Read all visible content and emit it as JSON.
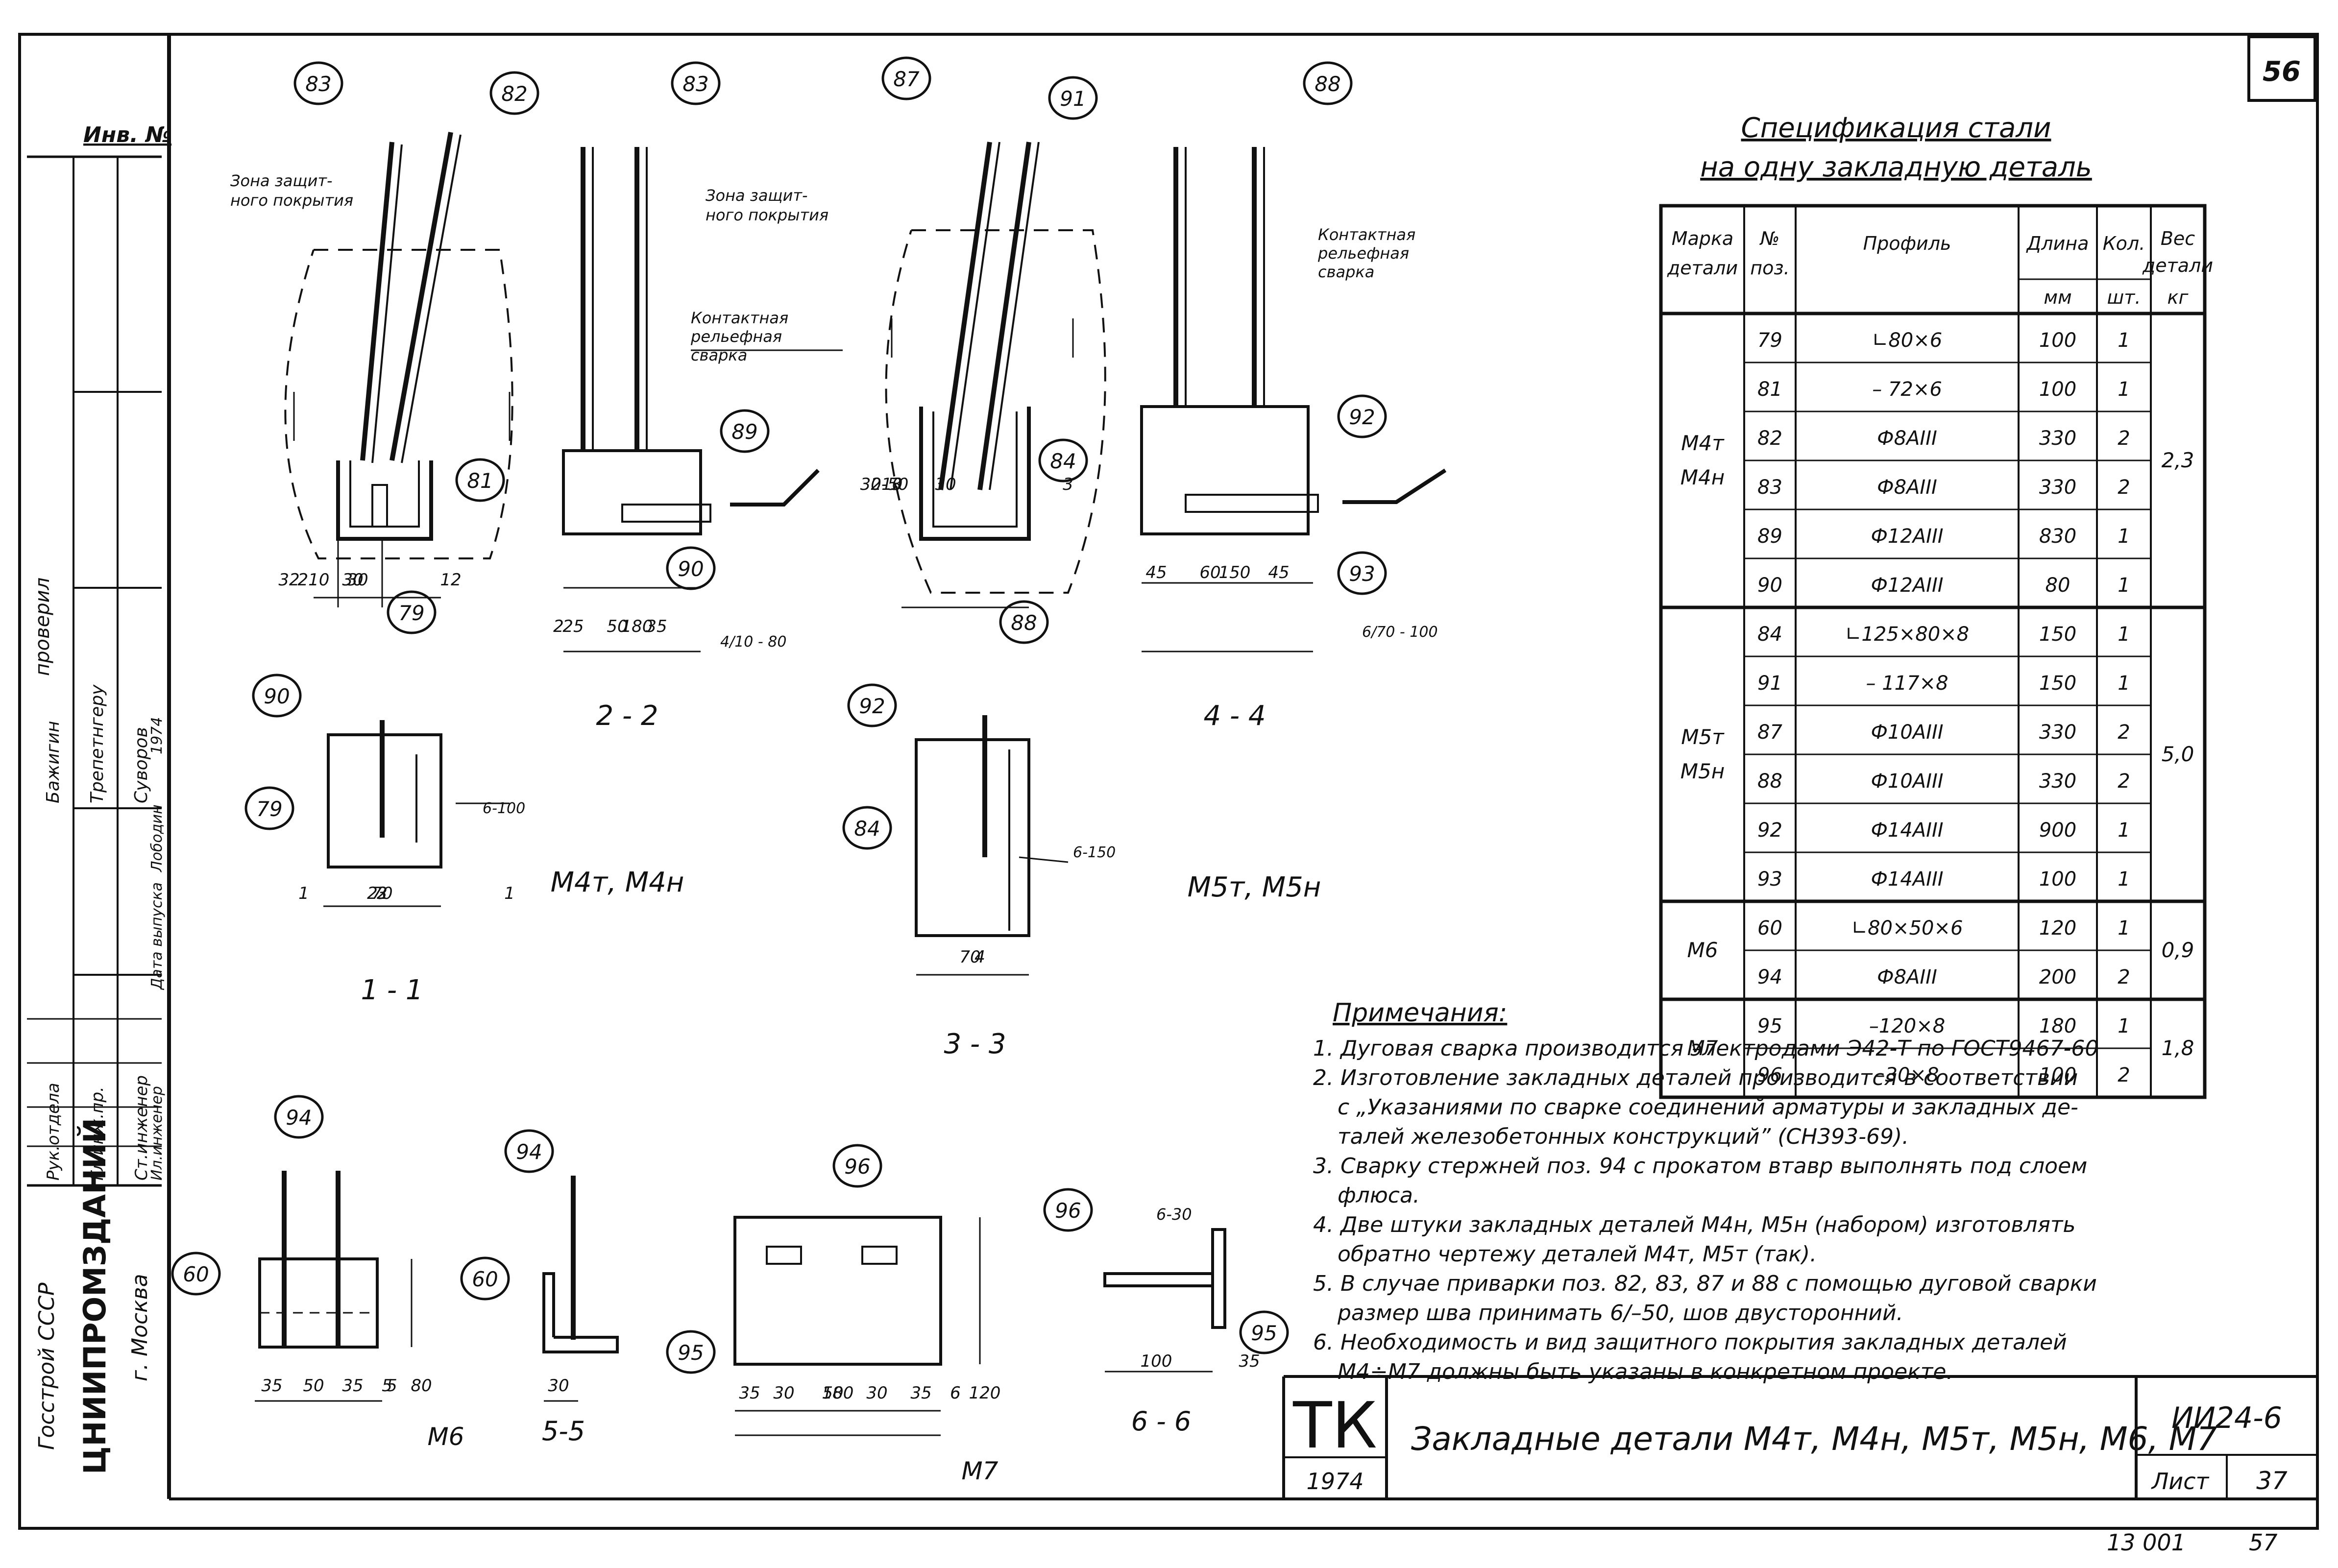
{
  "sheet_number": "56",
  "left_strip": {
    "inv_label": "Инв. №",
    "rows": [
      {
        "role": "Рук.отдела",
        "name": "Бажигин"
      },
      {
        "role": "Гл.инж.пр.",
        "name": "Трепетнгеру"
      },
      {
        "role": "Ст.инженер",
        "name": "Суворов"
      },
      {
        "role": "Ил.инженер",
        "name": "Лободин"
      },
      {
        "role": "Дата выпуска",
        "name": "1974"
      }
    ],
    "checked": "проверил",
    "org1": "Госстрой СССР",
    "org2": "ЦНИИПРОМЗДАНИЙ",
    "city": "г. Москва"
  },
  "spec": {
    "title1": "Спецификация стали",
    "title2": "на одну закладную деталь",
    "headers": {
      "mark": [
        "Марка",
        "детали"
      ],
      "pos": [
        "№",
        "поз."
      ],
      "profile": "Профиль",
      "length": [
        "Длина",
        "мм"
      ],
      "qty": [
        "Кол.",
        "шт."
      ],
      "weight": [
        "Вес",
        "детали",
        "кг"
      ]
    },
    "groups": [
      {
        "marks": [
          "М4т",
          "М4н"
        ],
        "weight": "2,3",
        "rows": [
          {
            "pos": "79",
            "profile": "∟80×6",
            "len": "100",
            "qty": "1"
          },
          {
            "pos": "81",
            "profile": "– 72×6",
            "len": "100",
            "qty": "1"
          },
          {
            "pos": "82",
            "profile": "Ф8АIII",
            "len": "330",
            "qty": "2"
          },
          {
            "pos": "83",
            "profile": "Ф8АIII",
            "len": "330",
            "qty": "2"
          },
          {
            "pos": "89",
            "profile": "Ф12АIII",
            "len": "830",
            "qty": "1"
          },
          {
            "pos": "90",
            "profile": "Ф12АIII",
            "len": "80",
            "qty": "1"
          }
        ]
      },
      {
        "marks": [
          "М5т",
          "М5н"
        ],
        "weight": "5,0",
        "rows": [
          {
            "pos": "84",
            "profile": "∟125×80×8",
            "len": "150",
            "qty": "1"
          },
          {
            "pos": "91",
            "profile": "– 117×8",
            "len": "150",
            "qty": "1"
          },
          {
            "pos": "87",
            "profile": "Ф10АIII",
            "len": "330",
            "qty": "2"
          },
          {
            "pos": "88",
            "profile": "Ф10АIII",
            "len": "330",
            "qty": "2"
          },
          {
            "pos": "92",
            "profile": "Ф14АIII",
            "len": "900",
            "qty": "1"
          },
          {
            "pos": "93",
            "profile": "Ф14АIII",
            "len": "100",
            "qty": "1"
          }
        ]
      },
      {
        "marks": [
          "М6"
        ],
        "weight": "0,9",
        "rows": [
          {
            "pos": "60",
            "profile": "∟80×50×6",
            "len": "120",
            "qty": "1"
          },
          {
            "pos": "94",
            "profile": "Ф8АIII",
            "len": "200",
            "qty": "2"
          }
        ]
      },
      {
        "marks": [
          "М7"
        ],
        "weight": "1,8",
        "rows": [
          {
            "pos": "95",
            "profile": "–120×8",
            "len": "180",
            "qty": "1"
          },
          {
            "pos": "96",
            "profile": "–30×8",
            "len": "100",
            "qty": "2"
          }
        ]
      }
    ]
  },
  "notes": {
    "title": "Примечания:",
    "lines": [
      "1. Дуговая сварка производится электродами Э42-Т по ГОСТ9467-60",
      "2. Изготовление закладных деталей производится в соответствии",
      "с „Указаниями по сварке соединений арматуры и закладных де-",
      "талей железобетонных конструкций” (СН393-69).",
      "3. Сварку стержней поз. 94 с прокатом втавр выполнять под слоем",
      "флюса.",
      "4. Две штуки закладных деталей М4н, М5н (набором) изготовлять",
      "обратно чертежу деталей М4т, М5т (так).",
      "5. В случае приварки поз. 82, 83, 87 и 88 с помощью дуговой сварки",
      "размер шва принимать 6/–50, шов двусторонний.",
      "6. Необходимость и вид защитного покрытия закладных деталей",
      "М4÷М7 должны быть указаны в конкретном проекте."
    ]
  },
  "title_block": {
    "logo": "ТК",
    "year": "1974",
    "title": "Закладные детали М4т, М4н, М5т, М5н, М6, М7",
    "code": "ИИ24-6",
    "sheet_label": "Лист",
    "sheet_num": "37",
    "bottom1": "13 001",
    "bottom2": "57"
  },
  "drawing_labels": {
    "zone1": [
      "Зона защит-",
      "ного покрытия"
    ],
    "zone2": [
      "Зона защит-",
      "ного покрытия"
    ],
    "contact1": [
      "Контактная",
      "рельефная",
      "сварка"
    ],
    "contact2": [
      "Контактная",
      "рельефная",
      "сварка"
    ],
    "group_m4": "М4т, М4н",
    "group_m5": "М5т, М5н",
    "sec_11": "1 - 1",
    "sec_22": "2 - 2",
    "sec_33": "3 - 3",
    "sec_44": "4 - 4",
    "sec_55": "5-5",
    "sec_66": "6 - 6",
    "lbl_m6": "М6",
    "lbl_m7": "М7",
    "weld_6_100": "6-100",
    "weld_6_150": "6-150",
    "weld_4_80": "4/10 - 80",
    "weld_6_100b": "6/70 - 100",
    "weld_6_30": "6-30",
    "callouts": [
      "83",
      "82",
      "81",
      "79",
      "83",
      "90",
      "89",
      "88",
      "87",
      "91",
      "84",
      "88",
      "92",
      "93",
      "90",
      "79",
      "92",
      "84",
      "94",
      "60",
      "94",
      "60",
      "96",
      "95",
      "96",
      "95"
    ],
    "dims_a": [
      "30",
      "210",
      "30",
      "32",
      "30",
      "12"
    ],
    "dims_b": [
      "25",
      "50",
      "35",
      "180",
      "2"
    ],
    "dims_c": [
      "210",
      "30-50",
      "30",
      "3",
      "3"
    ],
    "dims_d": [
      "45",
      "60",
      "45",
      "150"
    ],
    "dims_e": [
      "70",
      "3",
      "1",
      "1",
      "2",
      "2"
    ],
    "dims_f": [
      "70",
      "4",
      "4"
    ],
    "dims_g": [
      "35",
      "50",
      "35",
      "80",
      "5",
      "5"
    ],
    "dims_h": [
      "30"
    ],
    "dims_i": [
      "35",
      "30",
      "50",
      "30",
      "35",
      "180",
      "120",
      "6",
      "6"
    ],
    "dims_j": [
      "35",
      "100"
    ]
  }
}
